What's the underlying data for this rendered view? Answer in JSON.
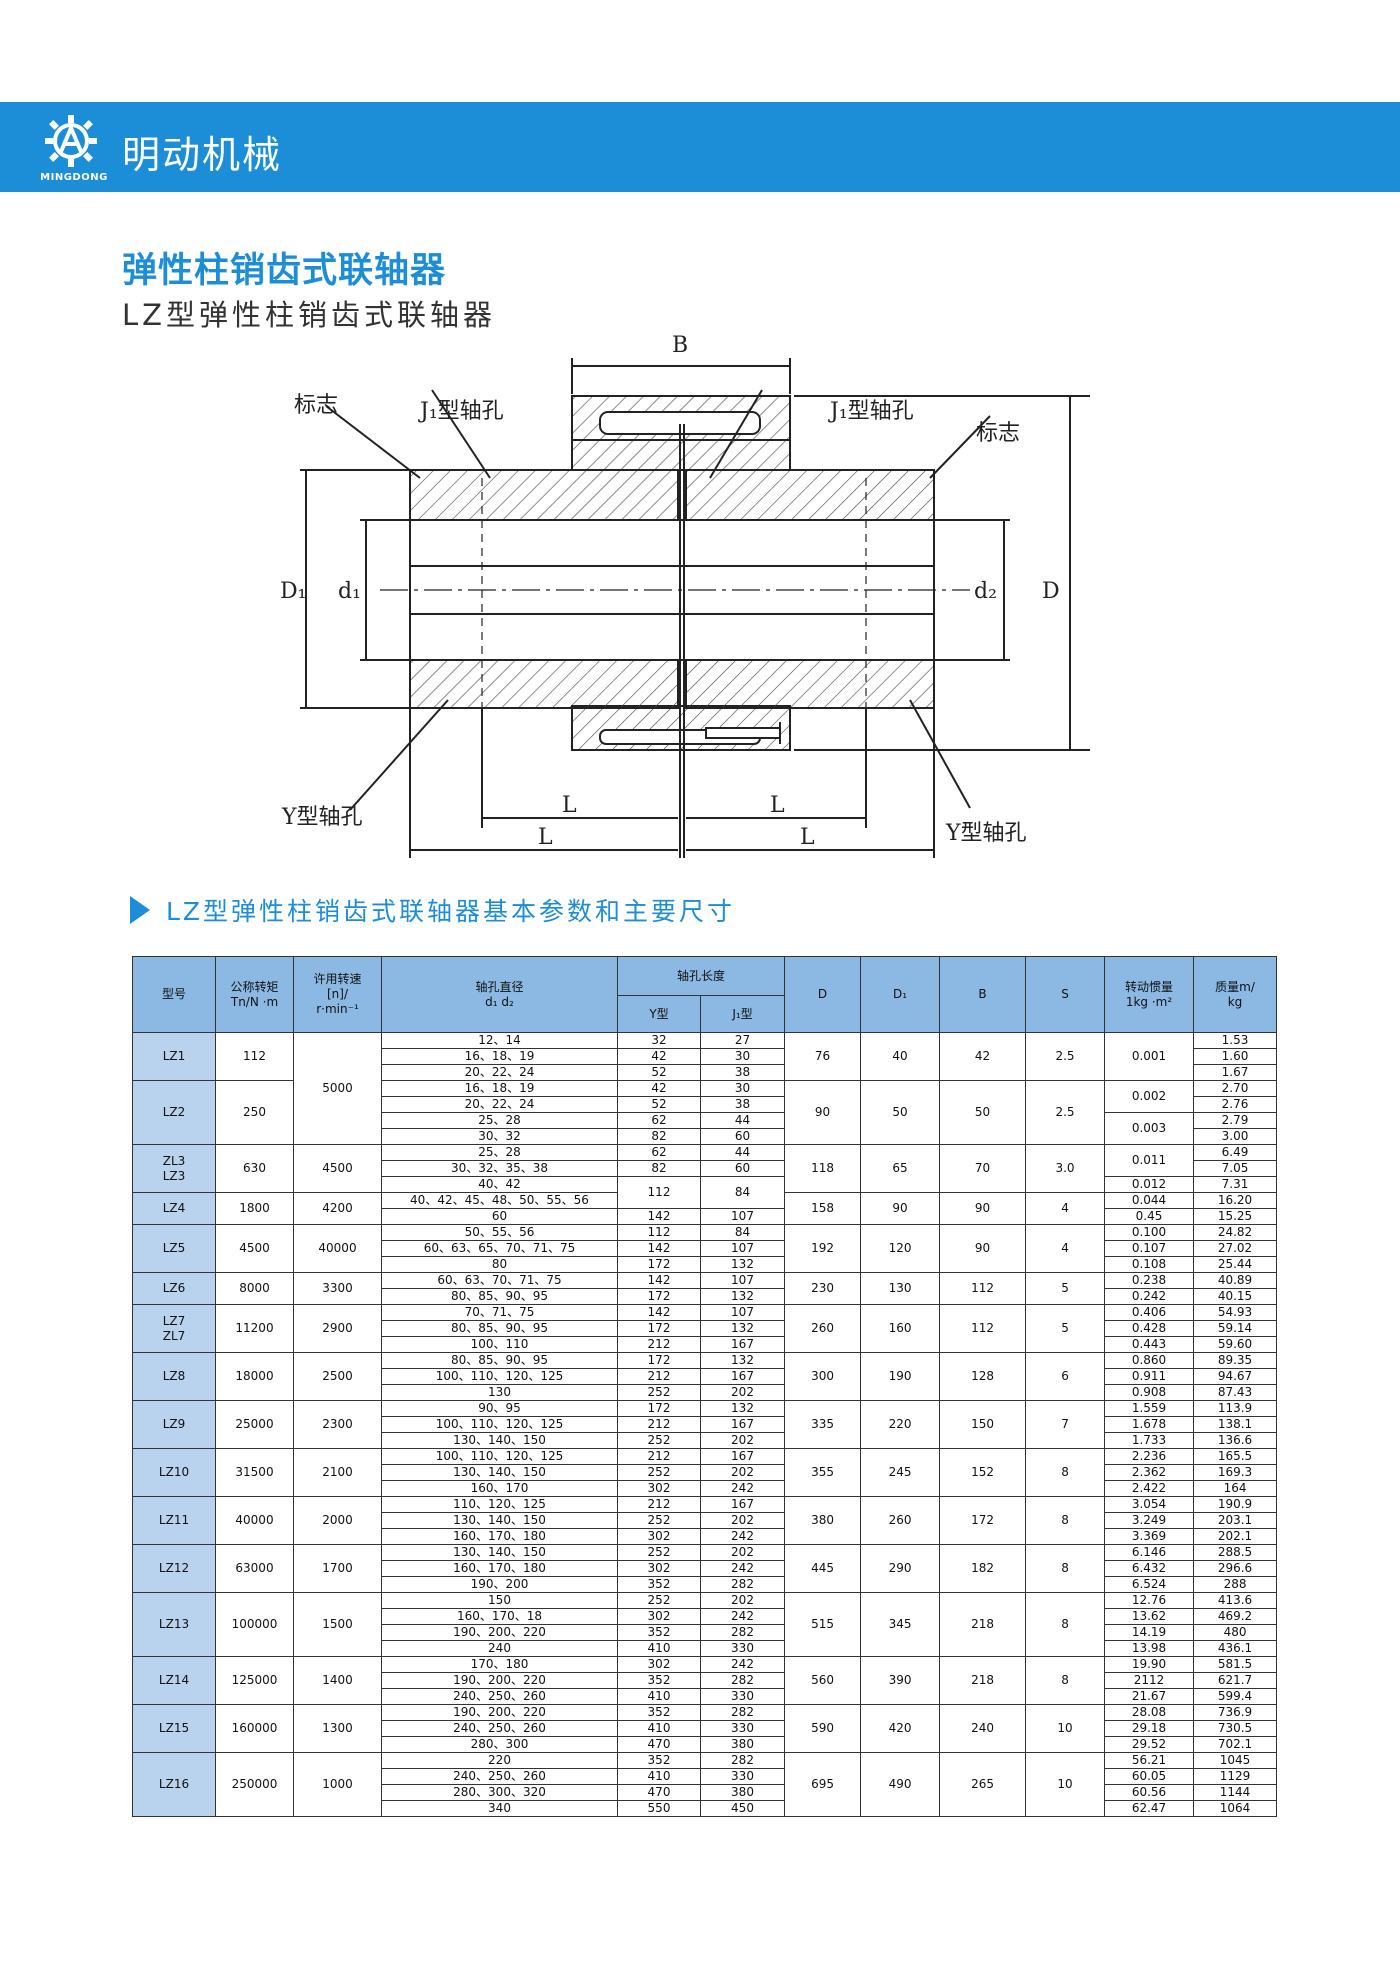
{
  "brand": {
    "name": "明动机械",
    "logo_text": "MINGDONG",
    "logo_icon": "gear-logo-icon",
    "color": "#1c8ed8"
  },
  "title": {
    "main": "弹性柱销齿式联轴器",
    "sub": "LZ型弹性柱销齿式联轴器"
  },
  "drawing": {
    "labels": {
      "mark": "标志",
      "j1_hole": "J₁型轴孔",
      "y_hole": "Y型轴孔",
      "B": "B",
      "D": "D",
      "D1": "D₁",
      "d1": "d₁",
      "d2": "d₂",
      "L": "L"
    }
  },
  "section_title": "LZ型弹性柱销齿式联轴器基本参数和主要尺寸",
  "table": {
    "headers": {
      "model": "型号",
      "torque_l1": "公称转矩",
      "torque_l2": "Tn/N ·m",
      "speed_l1": "许用转速",
      "speed_l2": "[n]/",
      "speed_l3": "r·min⁻¹",
      "bore_l1": "轴孔直径",
      "bore_l2": "d₁ d₂",
      "length": "轴孔长度",
      "len_y": "Y型",
      "len_j": "J₁型",
      "D": "D",
      "D1": "D₁",
      "B": "B",
      "S": "S",
      "inertia_l1": "转动惯量",
      "inertia_l2": "1kg ·m²",
      "mass_l1": "质量m/",
      "mass_l2": "kg"
    },
    "groups": [
      {
        "model": "LZ1",
        "torque": "112",
        "D": "76",
        "D1": "40",
        "B": "42",
        "S": "2.5",
        "rows": [
          {
            "bore": "12、14",
            "y": "32",
            "j": "27",
            "m": "1.53"
          },
          {
            "bore": "16、18、19",
            "y": "42",
            "j": "30",
            "m": "1.60"
          },
          {
            "bore": "20、22、24",
            "y": "52",
            "j": "38",
            "m": "1.67"
          }
        ],
        "inertia": [
          {
            "v": "0.001",
            "span": 3
          }
        ]
      },
      {
        "model": "LZ2",
        "torque": "250",
        "D": "90",
        "D1": "50",
        "B": "50",
        "S": "2.5",
        "rows": [
          {
            "bore": "16、18、19",
            "y": "42",
            "j": "30",
            "m": "2.70"
          },
          {
            "bore": "20、22、24",
            "y": "52",
            "j": "38",
            "m": "2.76"
          },
          {
            "bore": "25、28",
            "y": "62",
            "j": "44",
            "m": "2.79"
          },
          {
            "bore": "30、32",
            "y": "82",
            "j": "60",
            "m": "3.00"
          }
        ],
        "inertia": [
          {
            "v": "0.002",
            "span": 2
          },
          {
            "v": "0.003",
            "span": 2
          }
        ]
      },
      {
        "model": "ZL3\nLZ3",
        "torque": "630",
        "speed": "4500",
        "D": "118",
        "D1": "65",
        "B": "70",
        "S": "3.0",
        "rows": [
          {
            "bore": "25、28",
            "y": "62",
            "j": "44",
            "m": "6.49"
          },
          {
            "bore": "30、32、35、38",
            "y": "82",
            "j": "60",
            "m": "7.05"
          },
          {
            "bore": "40、42",
            "y": "112",
            "j": "84",
            "m": "7.31",
            "lenspan": 2
          }
        ],
        "inertia": [
          {
            "v": "0.011",
            "span": 2
          },
          {
            "v": "0.012",
            "span": 1
          }
        ]
      },
      {
        "model": "LZ4",
        "torque": "1800",
        "speed": "4200",
        "D": "158",
        "D1": "90",
        "B": "90",
        "S": "4",
        "rows": [
          {
            "bore": "40、42、45、48、50、55、56",
            "m": "16.20",
            "skiplen": true
          },
          {
            "bore": "60",
            "y": "142",
            "j": "107",
            "m": "15.25"
          }
        ],
        "inertia": [
          {
            "v": "0.044",
            "span": 1
          },
          {
            "v": "0.45",
            "span": 1
          }
        ]
      },
      {
        "model": "LZ5",
        "torque": "4500",
        "speed": "40000",
        "D": "192",
        "D1": "120",
        "B": "90",
        "S": "4",
        "rows": [
          {
            "bore": "50、55、56",
            "y": "112",
            "j": "84",
            "m": "24.82"
          },
          {
            "bore": "60、63、65、70、71、75",
            "y": "142",
            "j": "107",
            "m": "27.02"
          },
          {
            "bore": "80",
            "y": "172",
            "j": "132",
            "m": "25.44"
          }
        ],
        "inertia": [
          {
            "v": "0.100",
            "span": 1
          },
          {
            "v": "0.107",
            "span": 1
          },
          {
            "v": "0.108",
            "span": 1
          }
        ]
      },
      {
        "model": "LZ6",
        "torque": "8000",
        "speed": "3300",
        "D": "230",
        "D1": "130",
        "B": "112",
        "S": "5",
        "rows": [
          {
            "bore": "60、63、70、71、75",
            "y": "142",
            "j": "107",
            "m": "40.89"
          },
          {
            "bore": "80、85、90、95",
            "y": "172",
            "j": "132",
            "m": "40.15"
          }
        ],
        "inertia": [
          {
            "v": "0.238",
            "span": 1
          },
          {
            "v": "0.242",
            "span": 1
          }
        ]
      },
      {
        "model": "LZ7\nZL7",
        "torque": "11200",
        "speed": "2900",
        "D": "260",
        "D1": "160",
        "B": "112",
        "S": "5",
        "rows": [
          {
            "bore": "70、71、75",
            "y": "142",
            "j": "107",
            "m": "54.93"
          },
          {
            "bore": "80、85、90、95",
            "y": "172",
            "j": "132",
            "m": "59.14"
          },
          {
            "bore": "100、110",
            "y": "212",
            "j": "167",
            "m": "59.60"
          }
        ],
        "inertia": [
          {
            "v": "0.406",
            "span": 1
          },
          {
            "v": "0.428",
            "span": 1
          },
          {
            "v": "0.443",
            "span": 1
          }
        ]
      },
      {
        "model": "LZ8",
        "torque": "18000",
        "speed": "2500",
        "D": "300",
        "D1": "190",
        "B": "128",
        "S": "6",
        "rows": [
          {
            "bore": "80、85、90、95",
            "y": "172",
            "j": "132",
            "m": "89.35"
          },
          {
            "bore": "100、110、120、125",
            "y": "212",
            "j": "167",
            "m": "94.67"
          },
          {
            "bore": "130",
            "y": "252",
            "j": "202",
            "m": "87.43"
          }
        ],
        "inertia": [
          {
            "v": "0.860",
            "span": 1
          },
          {
            "v": "0.911",
            "span": 1
          },
          {
            "v": "0.908",
            "span": 1
          }
        ]
      },
      {
        "model": "LZ9",
        "torque": "25000",
        "speed": "2300",
        "D": "335",
        "D1": "220",
        "B": "150",
        "S": "7",
        "rows": [
          {
            "bore": "90、95",
            "y": "172",
            "j": "132",
            "m": "113.9"
          },
          {
            "bore": "100、110、120、125",
            "y": "212",
            "j": "167",
            "m": "138.1"
          },
          {
            "bore": "130、140、150",
            "y": "252",
            "j": "202",
            "m": "136.6"
          }
        ],
        "inertia": [
          {
            "v": "1.559",
            "span": 1
          },
          {
            "v": "1.678",
            "span": 1
          },
          {
            "v": "1.733",
            "span": 1
          }
        ]
      },
      {
        "model": "LZ10",
        "torque": "31500",
        "speed": "2100",
        "D": "355",
        "D1": "245",
        "B": "152",
        "S": "8",
        "rows": [
          {
            "bore": "100、110、120、125",
            "y": "212",
            "j": "167",
            "m": "165.5"
          },
          {
            "bore": "130、140、150",
            "y": "252",
            "j": "202",
            "m": "169.3"
          },
          {
            "bore": "160、170",
            "y": "302",
            "j": "242",
            "m": "164"
          }
        ],
        "inertia": [
          {
            "v": "2.236",
            "span": 1
          },
          {
            "v": "2.362",
            "span": 1
          },
          {
            "v": "2.422",
            "span": 1
          }
        ]
      },
      {
        "model": "LZ11",
        "torque": "40000",
        "speed": "2000",
        "D": "380",
        "D1": "260",
        "B": "172",
        "S": "8",
        "rows": [
          {
            "bore": "110、120、125",
            "y": "212",
            "j": "167",
            "m": "190.9"
          },
          {
            "bore": "130、140、150",
            "y": "252",
            "j": "202",
            "m": "203.1"
          },
          {
            "bore": "160、170、180",
            "y": "302",
            "j": "242",
            "m": "202.1"
          }
        ],
        "inertia": [
          {
            "v": "3.054",
            "span": 1
          },
          {
            "v": "3.249",
            "span": 1
          },
          {
            "v": "3.369",
            "span": 1
          }
        ]
      },
      {
        "model": "LZ12",
        "torque": "63000",
        "speed": "1700",
        "D": "445",
        "D1": "290",
        "B": "182",
        "S": "8",
        "rows": [
          {
            "bore": "130、140、150",
            "y": "252",
            "j": "202",
            "m": "288.5"
          },
          {
            "bore": "160、170、180",
            "y": "302",
            "j": "242",
            "m": "296.6"
          },
          {
            "bore": "190、200",
            "y": "352",
            "j": "282",
            "m": "288"
          }
        ],
        "inertia": [
          {
            "v": "6.146",
            "span": 1
          },
          {
            "v": "6.432",
            "span": 1
          },
          {
            "v": "6.524",
            "span": 1
          }
        ]
      },
      {
        "model": "LZ13",
        "torque": "100000",
        "speed": "1500",
        "D": "515",
        "D1": "345",
        "B": "218",
        "S": "8",
        "rows": [
          {
            "bore": "150",
            "y": "252",
            "j": "202",
            "m": "413.6"
          },
          {
            "bore": "160、170、18",
            "y": "302",
            "j": "242",
            "m": "469.2"
          },
          {
            "bore": "190、200、220",
            "y": "352",
            "j": "282",
            "m": "480"
          },
          {
            "bore": "240",
            "y": "410",
            "j": "330",
            "m": "436.1"
          }
        ],
        "inertia": [
          {
            "v": "12.76",
            "span": 1
          },
          {
            "v": "13.62",
            "span": 1
          },
          {
            "v": "14.19",
            "span": 1
          },
          {
            "v": "13.98",
            "span": 1
          }
        ]
      },
      {
        "model": "LZ14",
        "torque": "125000",
        "speed": "1400",
        "D": "560",
        "D1": "390",
        "B": "218",
        "S": "8",
        "rows": [
          {
            "bore": "170、180",
            "y": "302",
            "j": "242",
            "m": "581.5"
          },
          {
            "bore": "190、200、220",
            "y": "352",
            "j": "282",
            "m": "621.7"
          },
          {
            "bore": "240、250、260",
            "y": "410",
            "j": "330",
            "m": "599.4"
          }
        ],
        "inertia": [
          {
            "v": "19.90",
            "span": 1
          },
          {
            "v": "2112",
            "span": 1
          },
          {
            "v": "21.67",
            "span": 1
          }
        ]
      },
      {
        "model": "LZ15",
        "torque": "160000",
        "speed": "1300",
        "D": "590",
        "D1": "420",
        "B": "240",
        "S": "10",
        "rows": [
          {
            "bore": "190、200、220",
            "y": "352",
            "j": "282",
            "m": "736.9"
          },
          {
            "bore": "240、250、260",
            "y": "410",
            "j": "330",
            "m": "730.5"
          },
          {
            "bore": "280、300",
            "y": "470",
            "j": "380",
            "m": "702.1"
          }
        ],
        "inertia": [
          {
            "v": "28.08",
            "span": 1
          },
          {
            "v": "29.18",
            "span": 1
          },
          {
            "v": "29.52",
            "span": 1
          }
        ]
      },
      {
        "model": "LZ16",
        "torque": "250000",
        "speed": "1000",
        "D": "695",
        "D1": "490",
        "B": "265",
        "S": "10",
        "rows": [
          {
            "bore": "220",
            "y": "352",
            "j": "282",
            "m": "1045"
          },
          {
            "bore": "240、250、260",
            "y": "410",
            "j": "330",
            "m": "1129"
          },
          {
            "bore": "280、300、320",
            "y": "470",
            "j": "380",
            "m": "1144"
          },
          {
            "bore": "340",
            "y": "550",
            "j": "450",
            "m": "1064"
          }
        ],
        "inertia": [
          {
            "v": "56.21",
            "span": 1
          },
          {
            "v": "60.05",
            "span": 1
          },
          {
            "v": "60.56",
            "span": 1
          },
          {
            "v": "62.47",
            "span": 1
          }
        ]
      }
    ],
    "shared_speed": "5000"
  }
}
